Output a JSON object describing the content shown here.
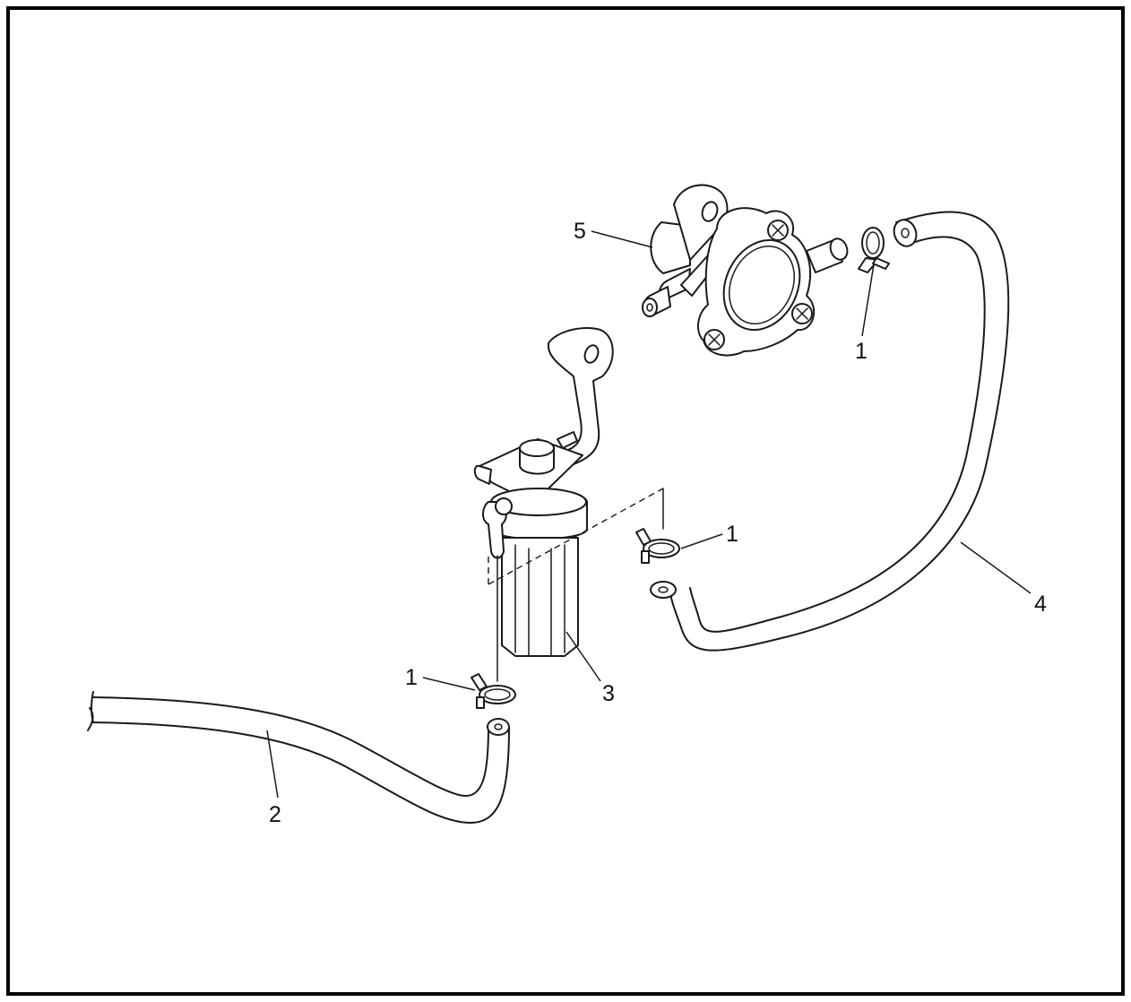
{
  "diagram": {
    "callouts": {
      "clamp_pump": "1",
      "clamp_filter_out": "1",
      "clamp_filter_in": "1",
      "hose_inlet": "2",
      "fuel_filter": "3",
      "hose_outlet": "4",
      "fuel_pump": "5"
    }
  }
}
